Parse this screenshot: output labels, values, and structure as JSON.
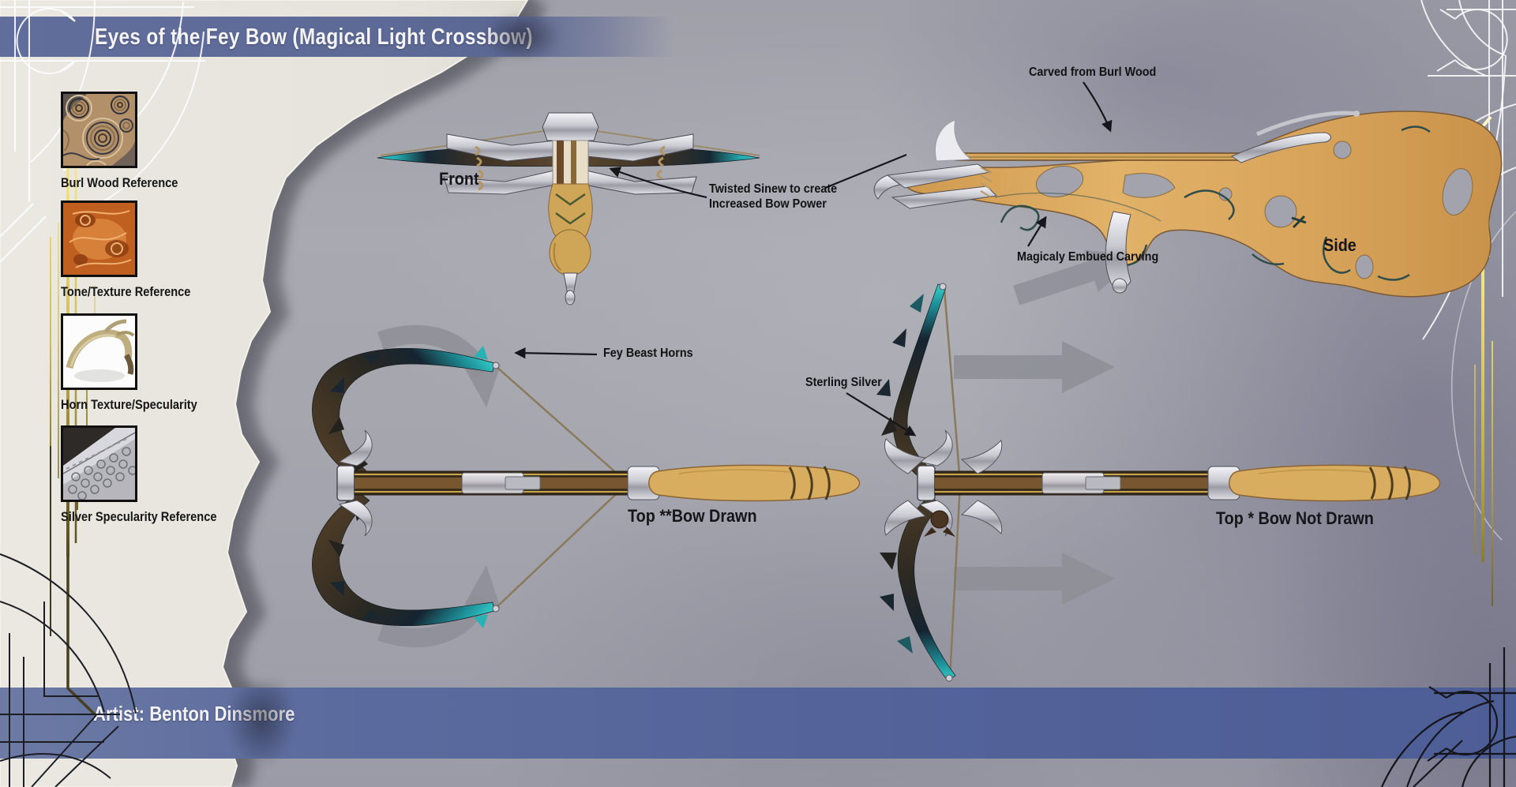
{
  "header": {
    "title": "Eyes of the Fey Bow (Magical Light Crossbow)"
  },
  "footer": {
    "artist": "Artist: Benton Dinsmore"
  },
  "references": [
    {
      "label": "Burl Wood Reference",
      "icon": "burl-wood-texture"
    },
    {
      "label": "Tone/Texture Reference",
      "icon": "orange-burl-texture"
    },
    {
      "label": "Horn Texture/Specularity",
      "icon": "antler-horn-photo"
    },
    {
      "label": "Silver Specularity Reference",
      "icon": "carved-silver-texture"
    }
  ],
  "views": {
    "front": {
      "label": "Front"
    },
    "side": {
      "label": "Side"
    },
    "top_drawn": {
      "label": "Top **Bow Drawn"
    },
    "top_not_drawn": {
      "label": "Top * Bow Not Drawn"
    }
  },
  "annotations": {
    "sinew_line1": "Twisted Sinew to create",
    "sinew_line2": "Increased Bow Power",
    "burl": "Carved from Burl Wood",
    "carving": "Magicaly Embued Carving",
    "horns": "Fey Beast Horns",
    "silver": "Sterling Silver"
  },
  "decorations": {
    "top_left": "ornamental-line-flourish",
    "top_right": "ornamental-line-flourish",
    "bottom_left": "ornamental-line-flourish-dark",
    "bottom_right": "ornamental-line-flourish-dark",
    "left_accent": "gold-vertical-lines",
    "right_accent": "gold-vertical-lines"
  },
  "colors": {
    "banner_top": "#5c6894",
    "banner_bottom": "#566699",
    "paper": "#e7e5de",
    "background_gray": "#a4a4ae",
    "teal_accent": "#2bbcbd",
    "burl_wood": "#d9a55e",
    "silver": "#c9c9cf",
    "gold_accent": "#e9db72"
  }
}
